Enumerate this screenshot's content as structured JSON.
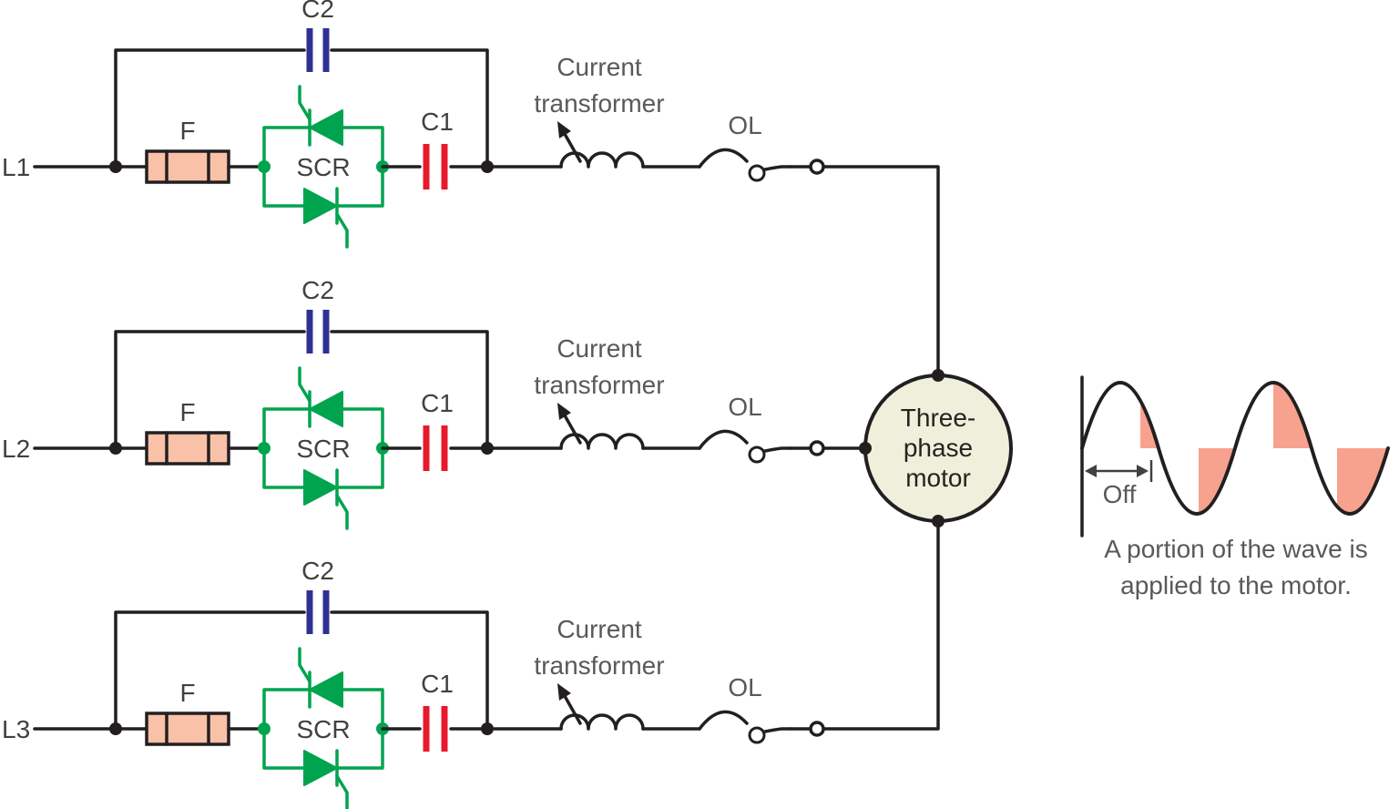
{
  "phases": [
    {
      "line_label": "L1",
      "fuse_label": "F",
      "scr_label": "SCR",
      "c1_label": "C1",
      "c2_label": "C2",
      "ct_label_line1": "Current",
      "ct_label_line2": "transformer",
      "ol_label": "OL"
    },
    {
      "line_label": "L2",
      "fuse_label": "F",
      "scr_label": "SCR",
      "c1_label": "C1",
      "c2_label": "C2",
      "ct_label_line1": "Current",
      "ct_label_line2": "transformer",
      "ol_label": "OL"
    },
    {
      "line_label": "L3",
      "fuse_label": "F",
      "scr_label": "SCR",
      "c1_label": "C1",
      "c2_label": "C2",
      "ct_label_line1": "Current",
      "ct_label_line2": "transformer",
      "ol_label": "OL"
    }
  ],
  "motor": {
    "label_line1": "Three-",
    "label_line2": "phase",
    "label_line3": "motor"
  },
  "waveform": {
    "off_label": "Off",
    "caption_line1": "A portion of the wave is",
    "caption_line2": "applied to the motor."
  },
  "colors": {
    "wire": "#231f20",
    "scr_green": "#00a44f",
    "fuse_fill": "#f8c1a8",
    "c1_red": "#e8192c",
    "c2_blue": "#2e3192",
    "motor_fill": "#eef0db",
    "wave_shade": "#f6a28e",
    "label_dark": "#414042",
    "label_gray": "#58595b"
  }
}
